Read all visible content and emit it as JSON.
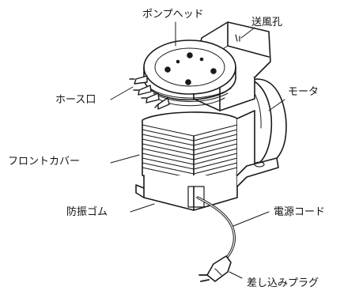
{
  "labels": {
    "pump_head": "ポンプヘッド",
    "air_vent": "送風孔",
    "hose_port": "ホース口",
    "motor": "モータ",
    "front_cover": "フロントカバー",
    "rubber_mount": "防振ゴム",
    "power_cord": "電源コード",
    "plug": "差し込みプラグ"
  }
}
